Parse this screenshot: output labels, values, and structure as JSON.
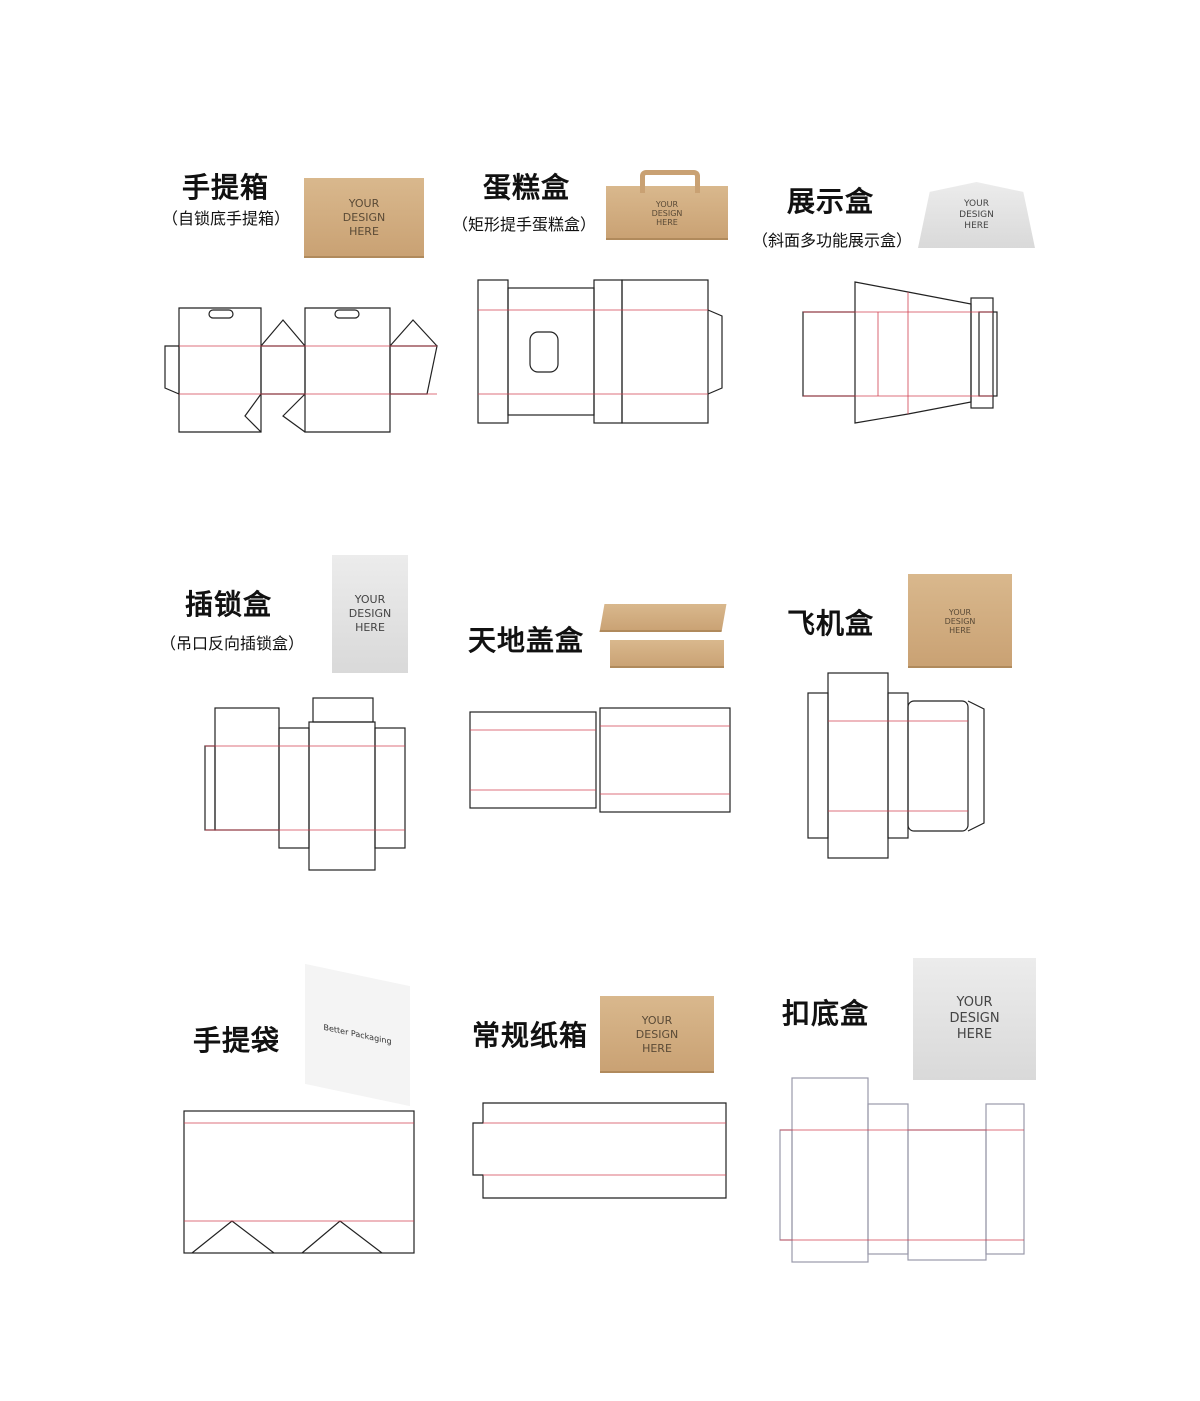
{
  "items": [
    {
      "title": "手提箱",
      "subtitle": "（自锁底手提箱）",
      "product_text": "YOUR DESIGN HERE"
    },
    {
      "title": "蛋糕盒",
      "subtitle": "（矩形提手蛋糕盒）",
      "product_text": "YOUR DESIGN HERE"
    },
    {
      "title": "展示盒",
      "subtitle": "（斜面多功能展示盒）",
      "product_text": "YOUR DESIGN HERE"
    },
    {
      "title": "插锁盒",
      "subtitle": "（吊口反向插锁盒）",
      "product_text": "YOUR DESIGN HERE"
    },
    {
      "title": "天地盖盒"
    },
    {
      "title": "飞机盒",
      "product_text": "YOUR DESIGN HERE"
    },
    {
      "title": "手提袋",
      "product_text": "Better Packaging"
    },
    {
      "title": "常规纸箱",
      "product_text": "YOUR DESIGN HERE"
    },
    {
      "title": "扣底盒",
      "product_text": "YOUR DESIGN HERE"
    }
  ],
  "colors": {
    "kraft": "#c9a173",
    "fold_line": "#d04050",
    "cut_line": "#222222"
  }
}
